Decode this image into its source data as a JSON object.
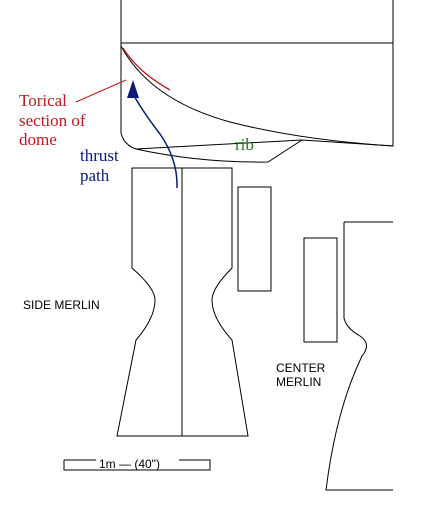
{
  "labels": {
    "torical": "Torical\nsection of\ndome",
    "thrust": "thrust\npath",
    "rib": "rib",
    "side_merlin": "SIDE MERLIN",
    "center_merlin": "CENTER\nMERLIN",
    "scale": "1m  —  (40\")"
  },
  "colors": {
    "torical": "#c0181c",
    "thrust": "#0a1a7a",
    "rib": "#1c7a1c",
    "line": "#000000"
  }
}
